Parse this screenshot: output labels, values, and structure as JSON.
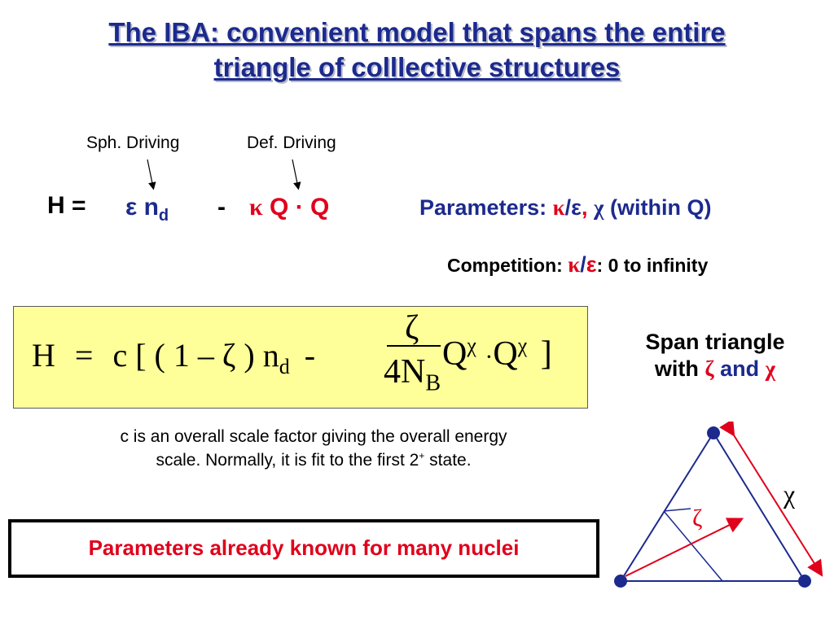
{
  "title": {
    "line1": " The IBA: convenient model that spans the entire",
    "line2": "triangle of colllective structures"
  },
  "annotations": {
    "sph_driving": "Sph. Driving",
    "def_driving": "Def. Driving"
  },
  "hamiltonian": {
    "lhs": "H =",
    "eps": "ε",
    "n": "n",
    "n_sub": "d",
    "minus": "-",
    "kappa": "κ",
    "q1": "Q",
    "dot": "·",
    "q2": "Q"
  },
  "parameters": {
    "label": "Parameters:",
    "kappa": "κ",
    "slash": "/",
    "eps": "ε",
    "comma": ",",
    "chi": "χ",
    "within": "(within Q)"
  },
  "competition": {
    "label": "Competition:",
    "kappa": "κ",
    "slash": "/",
    "eps": "ε",
    "range": ":  0 to infinity"
  },
  "formula": {
    "h": "H",
    "eq": "=",
    "c_open": "c [ ( 1 – ζ ) n",
    "n_sub": "d",
    "minus": "-",
    "frac_num": "ζ",
    "frac_den": "4N",
    "frac_den_sub": "B",
    "q1": "Q",
    "chi1": "χ",
    "dot": "·",
    "q2": "Q",
    "chi2": "χ",
    "close": "]"
  },
  "span": {
    "line1": "Span triangle",
    "with": "with",
    "zeta": "ζ",
    "and": "and",
    "chi": "χ"
  },
  "scale_note": {
    "line1": "c is an overall scale factor giving the overall energy",
    "line2a": "scale. Normally, it is fit to the first 2",
    "line2sup": "+",
    "line2b": " state."
  },
  "known": "Parameters already known for many nuclei",
  "triangle": {
    "chi_label": "χ",
    "zeta_label": "ζ"
  },
  "colors": {
    "title_blue": "#1c2a8e",
    "red": "#e0001b",
    "box_yellow": "#ffff99",
    "triangle_blue": "#1c2a8e"
  }
}
